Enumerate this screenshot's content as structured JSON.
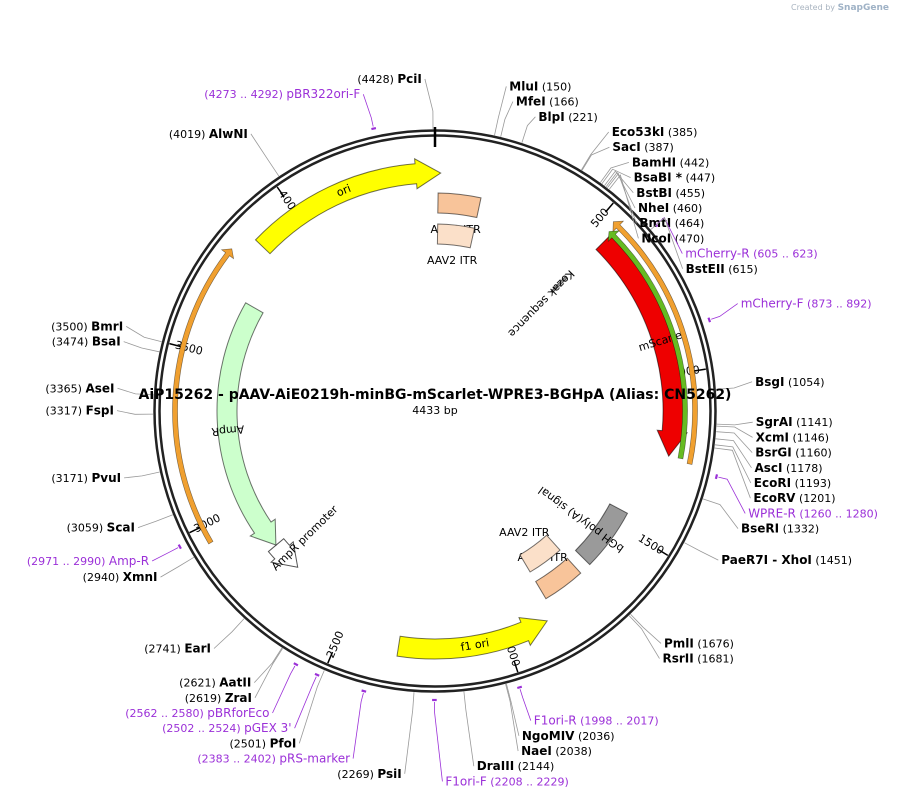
{
  "watermark": {
    "prefix": "Created by",
    "brand": "SnapGene"
  },
  "plasmid": {
    "name": "AiP15262 - pAAV-AiE0219h-minBG-mScarlet-WPRE3-BGHpA (Alias: CN5262)",
    "size_label": "4433 bp",
    "length": 4433
  },
  "ticks": [
    "500",
    "1000",
    "1500",
    "2000",
    "2500",
    "3000",
    "3500",
    "4000"
  ],
  "features": [
    {
      "name": "AAV2 ITR",
      "start": 10,
      "end": 150,
      "ring": 2,
      "color": "#f8c49a",
      "direction": "none"
    },
    {
      "name": "AAV2 ITR",
      "start": 10,
      "end": 150,
      "ring": 3,
      "color": "#fbe0c9",
      "direction": "none"
    },
    {
      "name": "Kozak sequence",
      "start": 543,
      "end": 552,
      "ring": 3,
      "color": "#999999",
      "direction": "none"
    },
    {
      "name": "mScarlet",
      "start": 553,
      "end": 1243,
      "ring": 1,
      "color": "#ee0000",
      "direction": "forward"
    },
    {
      "name": "bGH poly(A) signal",
      "start": 1453,
      "end": 1660,
      "ring": 2,
      "color": "#9a9a9a",
      "direction": "none"
    },
    {
      "name": "AAV2 ITR",
      "start": 1700,
      "end": 1840,
      "ring": 2,
      "color": "#f8c49a",
      "direction": "none"
    },
    {
      "name": "AAV2 ITR",
      "start": 1700,
      "end": 1840,
      "ring": 3,
      "color": "#fbe0c9",
      "direction": "none"
    },
    {
      "name": "f1 ori",
      "start": 1870,
      "end": 2325,
      "ring": 1,
      "color": "#ffff00",
      "direction": "reverse"
    },
    {
      "name": "AmpR promoter",
      "start": 2725,
      "end": 2830,
      "ring": 2,
      "color": "#ffffff",
      "direction": "reverse"
    },
    {
      "name": "AmpR",
      "start": 2831,
      "end": 3691,
      "ring": 2,
      "color": "#ccffcc",
      "direction": "reverse"
    },
    {
      "name": "ori",
      "start": 3862,
      "end": 4450,
      "ring": 1,
      "color": "#ffff00",
      "direction": "forward"
    }
  ],
  "orfs": [
    {
      "start": 533,
      "end": 1253,
      "ring": "outer",
      "direction": "reverse"
    },
    {
      "start": 543,
      "end": 1243,
      "ring": "inner",
      "direction": "reverse"
    },
    {
      "start": 2950,
      "end": 3800,
      "ring": "outer",
      "direction": "forward"
    }
  ],
  "enzymes": [
    {
      "name": "PciI",
      "pos": "(4428)",
      "side": "left",
      "site": 4428
    },
    {
      "name": "MluI",
      "pos": "(150)",
      "side": "right",
      "site": 150
    },
    {
      "name": "MfeI",
      "pos": "(166)",
      "side": "right",
      "site": 166
    },
    {
      "name": "BlpI",
      "pos": "(221)",
      "side": "right",
      "site": 221
    },
    {
      "name": "Eco53kI",
      "pos": "(385)",
      "side": "right",
      "site": 385
    },
    {
      "name": "SacI",
      "pos": "(387)",
      "side": "right",
      "site": 387
    },
    {
      "name": "BamHI",
      "pos": "(442)",
      "side": "right",
      "site": 442
    },
    {
      "name": "BsaBI *",
      "pos": "(447)",
      "side": "right",
      "site": 447
    },
    {
      "name": "BstBI",
      "pos": "(455)",
      "side": "right",
      "site": 455
    },
    {
      "name": "NheI",
      "pos": "(460)",
      "side": "right",
      "site": 460
    },
    {
      "name": "BmtI",
      "pos": "(464)",
      "side": "right",
      "site": 464
    },
    {
      "name": "NcoI",
      "pos": "(470)",
      "side": "right",
      "site": 470
    },
    {
      "name": "BstEII",
      "pos": "(615)",
      "side": "right",
      "site": 615
    },
    {
      "name": "BsgI",
      "pos": "(1054)",
      "side": "right",
      "site": 1054
    },
    {
      "name": "SgrAI",
      "pos": "(1141)",
      "side": "right",
      "site": 1141
    },
    {
      "name": "XcmI",
      "pos": "(1146)",
      "side": "right",
      "site": 1146
    },
    {
      "name": "BsrGI",
      "pos": "(1160)",
      "side": "right",
      "site": 1160
    },
    {
      "name": "AscI",
      "pos": "(1178)",
      "side": "right",
      "site": 1178
    },
    {
      "name": "EcoRI",
      "pos": "(1193)",
      "side": "right",
      "site": 1193
    },
    {
      "name": "EcoRV",
      "pos": "(1201)",
      "side": "right",
      "site": 1201
    },
    {
      "name": "BseRI",
      "pos": "(1332)",
      "side": "right",
      "site": 1332
    },
    {
      "name": "PaeR7I  - XhoI",
      "pos": "(1451)",
      "side": "right",
      "site": 1451
    },
    {
      "name": "PmlI",
      "pos": "(1676)",
      "side": "right",
      "site": 1676
    },
    {
      "name": "RsrII",
      "pos": "(1681)",
      "side": "right",
      "site": 1681
    },
    {
      "name": "NgoMIV",
      "pos": "(2036)",
      "side": "right",
      "site": 2036
    },
    {
      "name": "NaeI",
      "pos": "(2038)",
      "side": "right",
      "site": 2038
    },
    {
      "name": "DraIII",
      "pos": "(2144)",
      "side": "right",
      "site": 2144
    },
    {
      "name": "PsiI",
      "pos": "(2269)",
      "side": "left",
      "site": 2269
    },
    {
      "name": "PfoI",
      "pos": "(2501)",
      "side": "left",
      "site": 2501
    },
    {
      "name": "ZraI",
      "pos": "(2619)",
      "side": "left",
      "site": 2619
    },
    {
      "name": "AatII",
      "pos": "(2621)",
      "side": "left",
      "site": 2621
    },
    {
      "name": "EarI",
      "pos": "(2741)",
      "side": "left",
      "site": 2741
    },
    {
      "name": "XmnI",
      "pos": "(2940)",
      "side": "left",
      "site": 2940
    },
    {
      "name": "ScaI",
      "pos": "(3059)",
      "side": "left",
      "site": 3059
    },
    {
      "name": "PvuI",
      "pos": "(3171)",
      "side": "left",
      "site": 3171
    },
    {
      "name": "FspI",
      "pos": "(3317)",
      "side": "left",
      "site": 3317
    },
    {
      "name": "AseI",
      "pos": "(3365)",
      "side": "left",
      "site": 3365
    },
    {
      "name": "BsaI",
      "pos": "(3474)",
      "side": "left",
      "site": 3474
    },
    {
      "name": "BmrI",
      "pos": "(3500)",
      "side": "left",
      "site": 3500
    },
    {
      "name": "AlwNI",
      "pos": "(4019)",
      "side": "left",
      "site": 4019
    }
  ],
  "primers": [
    {
      "name": "pBR322ori-F",
      "range": "(4273 .. 4292)",
      "side": "left",
      "site": 4282
    },
    {
      "name": "mCherry-R",
      "range": "(605 .. 623)",
      "side": "right",
      "site": 614
    },
    {
      "name": "mCherry-F",
      "range": "(873 .. 892)",
      "side": "right",
      "site": 882
    },
    {
      "name": "WPRE-R",
      "range": "(1260 .. 1280)",
      "side": "right",
      "site": 1270
    },
    {
      "name": "F1ori-R",
      "range": "(1998 .. 2017)",
      "side": "right",
      "site": 2007
    },
    {
      "name": "F1ori-F",
      "range": "(2208 .. 2229)",
      "side": "right",
      "site": 2218
    },
    {
      "name": "pRS-marker",
      "range": "(2383 .. 2402)",
      "side": "left",
      "site": 2392
    },
    {
      "name": "pGEX 3'",
      "range": "(2502 .. 2524)",
      "side": "left",
      "site": 2513
    },
    {
      "name": "pBRforEco",
      "range": "(2562 .. 2580)",
      "side": "left",
      "site": 2571
    },
    {
      "name": "Amp-R",
      "range": "(2971 .. 2990)",
      "side": "left",
      "site": 2980
    }
  ],
  "colors": {
    "primer": "#9b30d8",
    "backbone": "#222222",
    "orf": "#f0a030",
    "orf_inner": "#66bb22"
  }
}
